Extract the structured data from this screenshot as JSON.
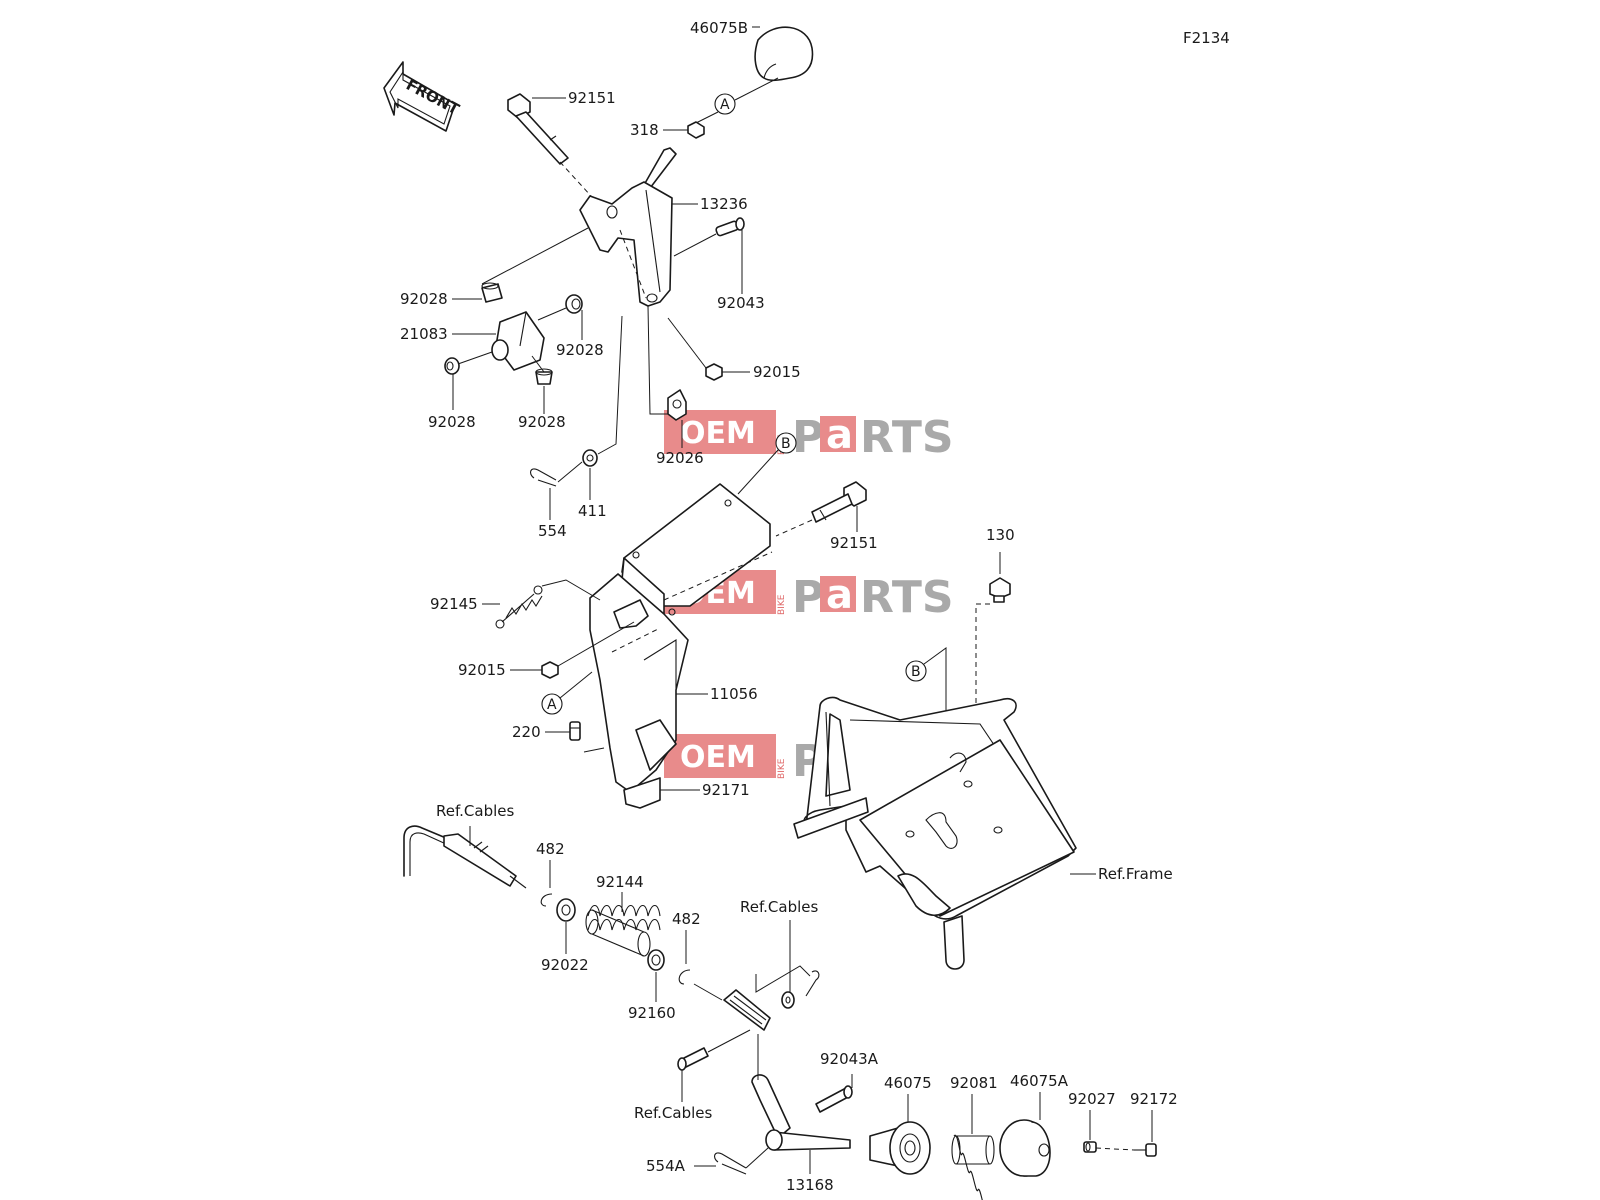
{
  "figure_code": "F2134",
  "front_label": "FRONT",
  "watermark": {
    "oem": "OEM",
    "bike": "BIKE",
    "p": "P",
    "a": "a",
    "rts": "RTS"
  },
  "callout_A": "A",
  "callout_B": "B",
  "labels": {
    "p46075B": "46075B",
    "p92151_top": "92151",
    "p318": "318",
    "p13236": "13236",
    "p92028_a": "92028",
    "p21083": "21083",
    "p92028_b": "92028",
    "p92043": "92043",
    "p92015_top": "92015",
    "p92028_c": "92028",
    "p92028_d": "92028",
    "p92026": "92026",
    "p554": "554",
    "p411": "411",
    "p92151_mid": "92151",
    "p130": "130",
    "p92145": "92145",
    "p92015_mid": "92015",
    "p11056": "11056",
    "p220": "220",
    "p92171": "92171",
    "ref_cables_1": "Ref.Cables",
    "p482_a": "482",
    "p92144": "92144",
    "p92022": "92022",
    "p482_b": "482",
    "ref_cables_2": "Ref.Cables",
    "p92160": "92160",
    "ref_frame": "Ref.Frame",
    "p92043A": "92043A",
    "ref_cables_3": "Ref.Cables",
    "p46075": "46075",
    "p92081": "92081",
    "p46075A": "46075A",
    "p92027": "92027",
    "p92172": "92172",
    "p554A": "554A",
    "p13168": "13168"
  }
}
